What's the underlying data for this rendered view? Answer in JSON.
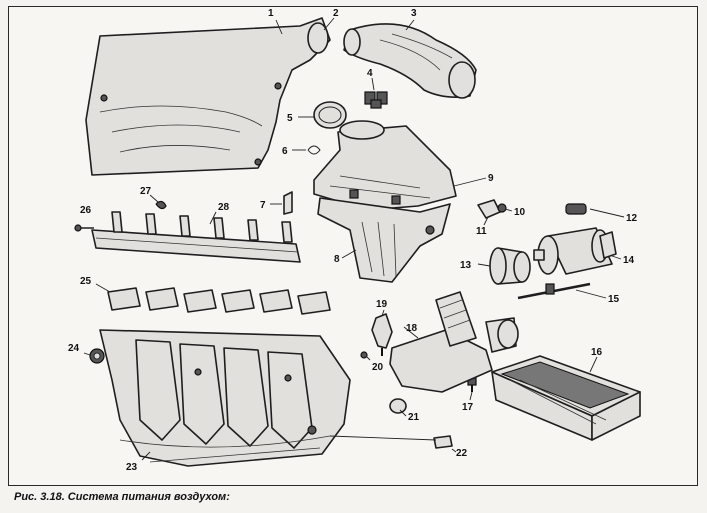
{
  "figure": {
    "caption": "Рис. 3.18. Система питания воздухом:",
    "labels": [
      "1",
      "2",
      "3",
      "4",
      "5",
      "6",
      "7",
      "8",
      "9",
      "10",
      "11",
      "12",
      "13",
      "14",
      "15",
      "16",
      "17",
      "18",
      "19",
      "20",
      "21",
      "22",
      "23",
      "24",
      "25",
      "26",
      "27",
      "28"
    ]
  }
}
